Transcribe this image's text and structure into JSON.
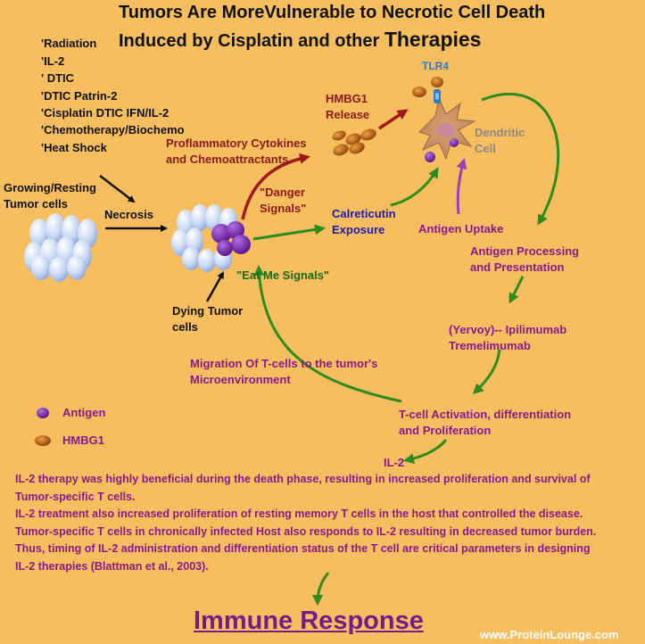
{
  "title_line1": "Tumors Are MoreVulnerable to Necrotic Cell Death",
  "title_line2_a": "Induced by Cisplatin and other ",
  "title_line2_b": "Therapies",
  "treatments": [
    "'Radiation",
    "'IL-2",
    "' DTIC",
    "'DTIC  Patrin-2",
    "'Cisplatin  DTIC   IFN/IL-2",
    "'Chemotherapy/Biochemo",
    "'Heat Shock"
  ],
  "growing_line1": "Growing/Resting",
  "growing_line2": "Tumor cells",
  "necrosis": "Necrosis",
  "dying_line1": "Dying Tumor",
  "dying_line2": "cells",
  "danger_line1": "\"Danger",
  "danger_line2": "Signals\"",
  "eat_me": "\"Eat Me Signals\"",
  "cytokines_line1": "Proflammatory Cytokines",
  "cytokines_line2": "and Chemoattractants",
  "hmgb1_line1": "HMBG1",
  "hmgb1_line2": "Release",
  "tlr4": "TLR4",
  "dendritic_line1": "Dendritic",
  "dendritic_line2": "Cell",
  "calret_line1": "Calreticutin",
  "calret_line2": "Exposure",
  "antigen_uptake": "Antigen Uptake",
  "processing_line1": "Antigen Processing",
  "processing_line2": "and Presentation",
  "yervoy_line1": "(Yervoy)-- Ipilimumab",
  "yervoy_line2": "Tremelimumab",
  "migration_line1": "Migration Of T-cells   to the tumor's",
  "migration_line2": "Microenvironment",
  "tcell_line1": "T-cell Activation, differentiation",
  "tcell_line2": "and Proliferation",
  "il2": "IL-2",
  "legend_antigen": "Antigen",
  "legend_hmgb1": "HMBG1",
  "paragraph": [
    "IL-2 therapy was highly beneficial during the death phase, resulting in increased proliferation and survival of",
    "Tumor-specific T cells.",
    "IL-2 treatment also increased proliferation of resting memory T cells in the host that controlled the disease.",
    "Tumor-specific T cells in chronically infected Host also responds to IL-2 resulting in decreased tumor burden.",
    "Thus, timing of IL-2 administration and differentiation status of the T cell are critical parameters in designing",
    "IL-2 therapies (Blattman et al., 2003)."
  ],
  "immune_response": "Immune Response",
  "watermark": "www.ProteinLounge.com",
  "colors": {
    "background": "#F6BE5E",
    "arrow_green": "#2E8B1E",
    "arrow_red": "#A0181A",
    "purple_text": "#8A1A8A",
    "antigen": "#6A1A8A",
    "hmgb1": "#B8560E"
  }
}
